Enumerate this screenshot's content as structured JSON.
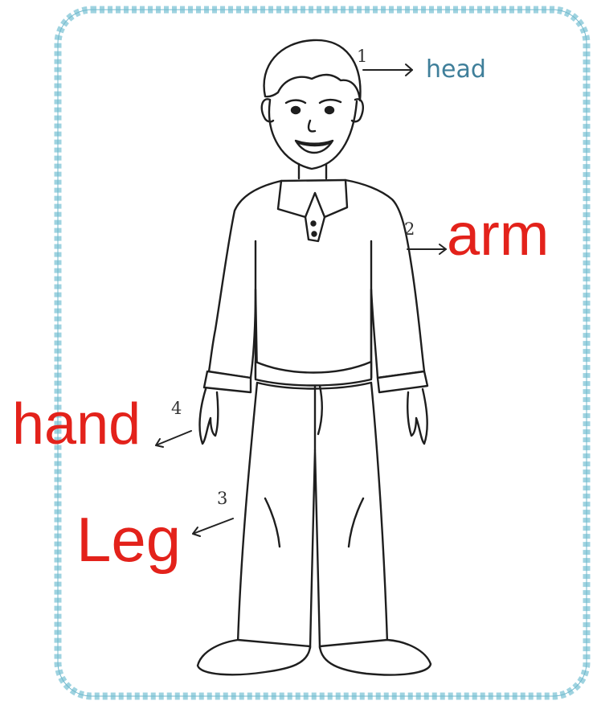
{
  "worksheet": {
    "labels": [
      {
        "number": "1",
        "word": "head",
        "color": "#3f7f9a"
      },
      {
        "number": "2",
        "word": "arm",
        "color": "#e3221b"
      },
      {
        "number": "3",
        "word": "Leg",
        "color": "#e3221b"
      },
      {
        "number": "4",
        "word": "hand",
        "color": "#e3221b"
      }
    ]
  },
  "colors": {
    "border": "#9fd3e0",
    "outline": "#1e1e1e",
    "paper": "#ffffff"
  }
}
